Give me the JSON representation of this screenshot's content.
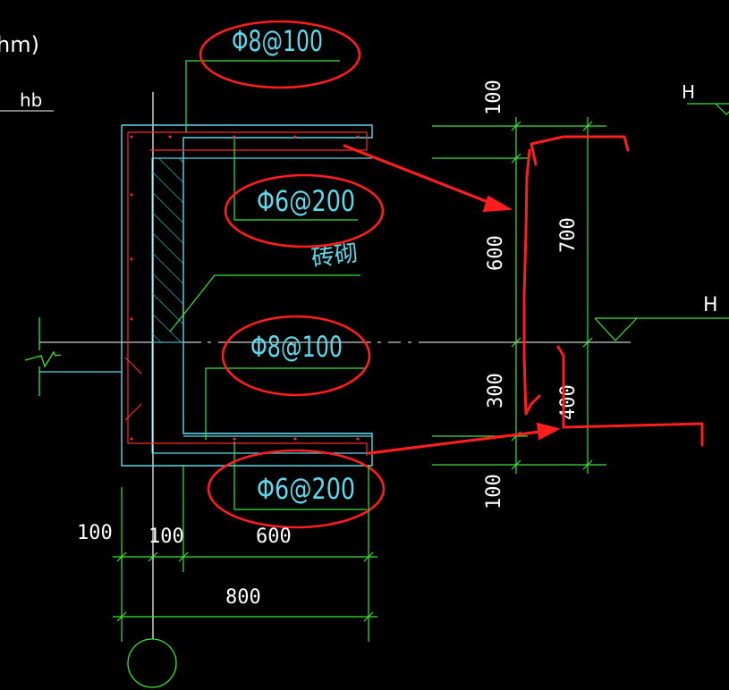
{
  "colors": {
    "background": "#000000",
    "cyan": "#5fd7e8",
    "green": "#39e639",
    "red_rebar": "#ff2a2a",
    "red_markup": "#ff1e1e",
    "white": "#ffffff",
    "hatch": "#2ec7c7"
  },
  "corner": {
    "unit_fragment": "hm)",
    "hb_label": "hb",
    "h_top": "H",
    "h_mid": "H"
  },
  "rebar_labels": {
    "top": "Φ8@100",
    "upper_mid": "Φ6@200",
    "lower_mid": "Φ8@100",
    "bottom": "Φ6@200"
  },
  "material": {
    "brick": "砖砌"
  },
  "dimensions": {
    "horizontal": {
      "d100_left": "100",
      "d100_right": "100",
      "d600": "600",
      "d800": "800"
    },
    "vertical_left": {
      "top100": "100",
      "d600": "600",
      "d300": "300",
      "bottom100": "100"
    },
    "vertical_right": {
      "d700": "700",
      "d400": "400"
    }
  },
  "icons": {
    "break_line": "break-line-icon",
    "axis_bubble": "axis-bubble-icon",
    "level_marker": "level-triangle-icon"
  }
}
